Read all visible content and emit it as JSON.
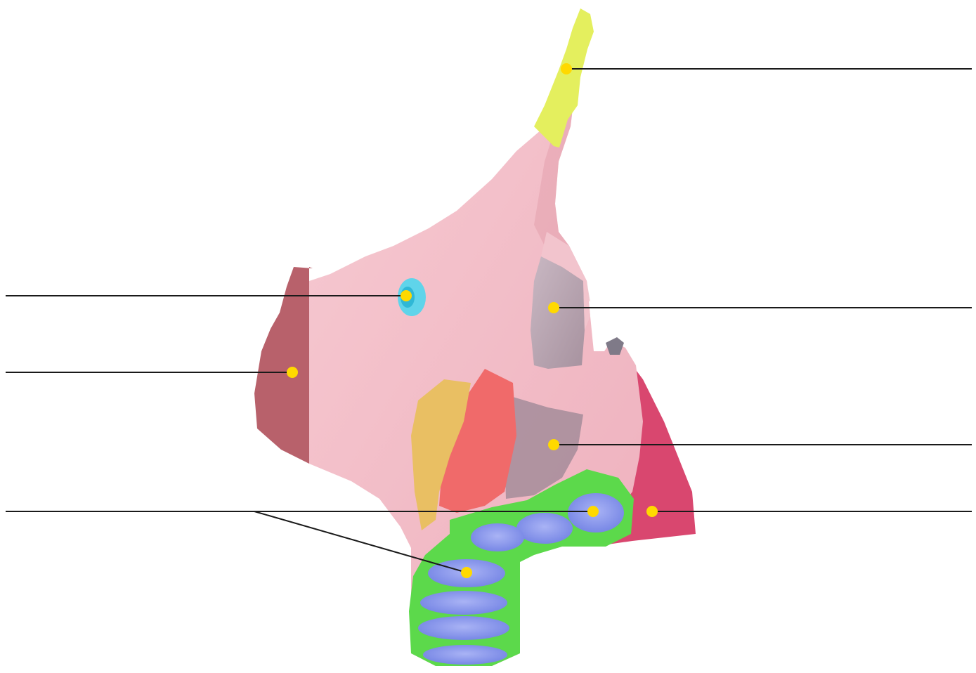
{
  "colors": {
    "background": "#ffffff",
    "bone_pink": "#f2b9c3",
    "bone_shadow": "#e3a0ad",
    "dark_rose": "#b8616b",
    "crest_yellow": "#e4ef5e",
    "foramen_cyan": "#5fd4ea",
    "cavity_grey": "#b9a4b0",
    "mauve_panel": "#a58c9a",
    "strip_gold": "#e9bf63",
    "strip_coral": "#f06a6a",
    "tooth_blue": "#8c99ee",
    "tooth_green": "#5cd94b",
    "wedge_pink": "#d9476f",
    "leader_line": "#1a1a1a",
    "marker_yellow": "#ffd900"
  },
  "labels": {
    "left": [
      {
        "id": "foramen",
        "text": ""
      },
      {
        "id": "margin",
        "text": ""
      },
      {
        "id": "teeth",
        "text": ""
      }
    ],
    "right": [
      {
        "id": "crest",
        "text": ""
      },
      {
        "id": "sinus-opening",
        "text": ""
      },
      {
        "id": "cavity-panel",
        "text": ""
      },
      {
        "id": "wedge",
        "text": ""
      }
    ]
  }
}
